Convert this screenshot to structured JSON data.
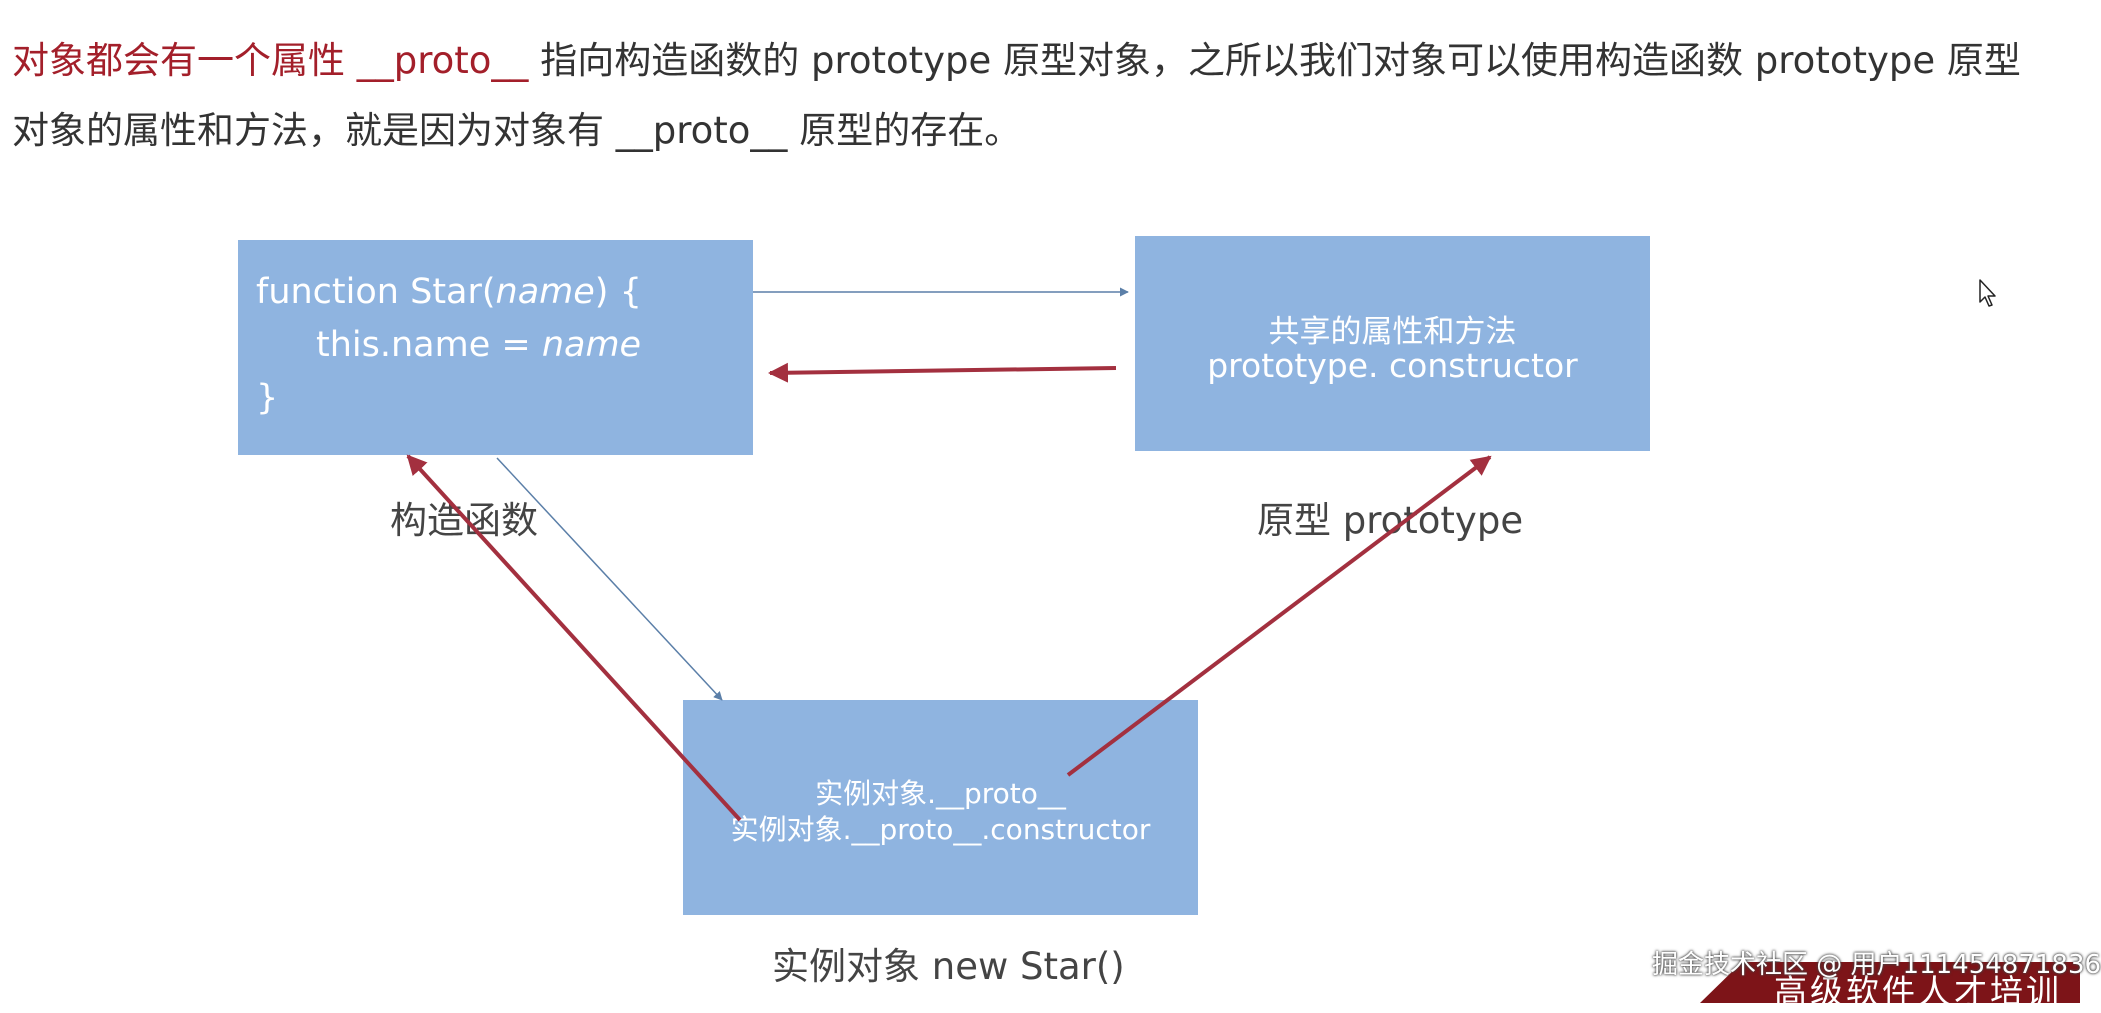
{
  "intro": {
    "highlight": "对象都会有一个属性 __proto__",
    "rest": " 指向构造函数的 prototype 原型对象，之所以我们对象可以使用构造函数 prototype 原型对象的属性和方法，就是因为对象有 __proto__ 原型的存在。"
  },
  "constructor_box": {
    "line1_prefix": "function Star(",
    "line1_param": "name",
    "line1_suffix": ") {",
    "line2_prefix": "this.name = ",
    "line2_value": "name",
    "line3": "}"
  },
  "prototype_box": {
    "line1": "共享的属性和方法",
    "line2": "prototype. constructor"
  },
  "instance_box": {
    "line1": "实例对象.__proto__",
    "line2": "实例对象.__proto__.constructor"
  },
  "labels": {
    "constructor": "构造函数",
    "prototype": "原型 prototype",
    "instance": "实例对象 new Star()"
  },
  "watermark": "掘金技术社区 @ 用户111454871836",
  "ribbon": "高级软件人才培训",
  "colors": {
    "box": "#8fb4e0",
    "red_arrow": "#a3303f",
    "blue_arrow": "#5b7fa8",
    "highlight_text": "#a31f2a"
  },
  "icons": {
    "cursor": "mouse-pointer-icon"
  }
}
